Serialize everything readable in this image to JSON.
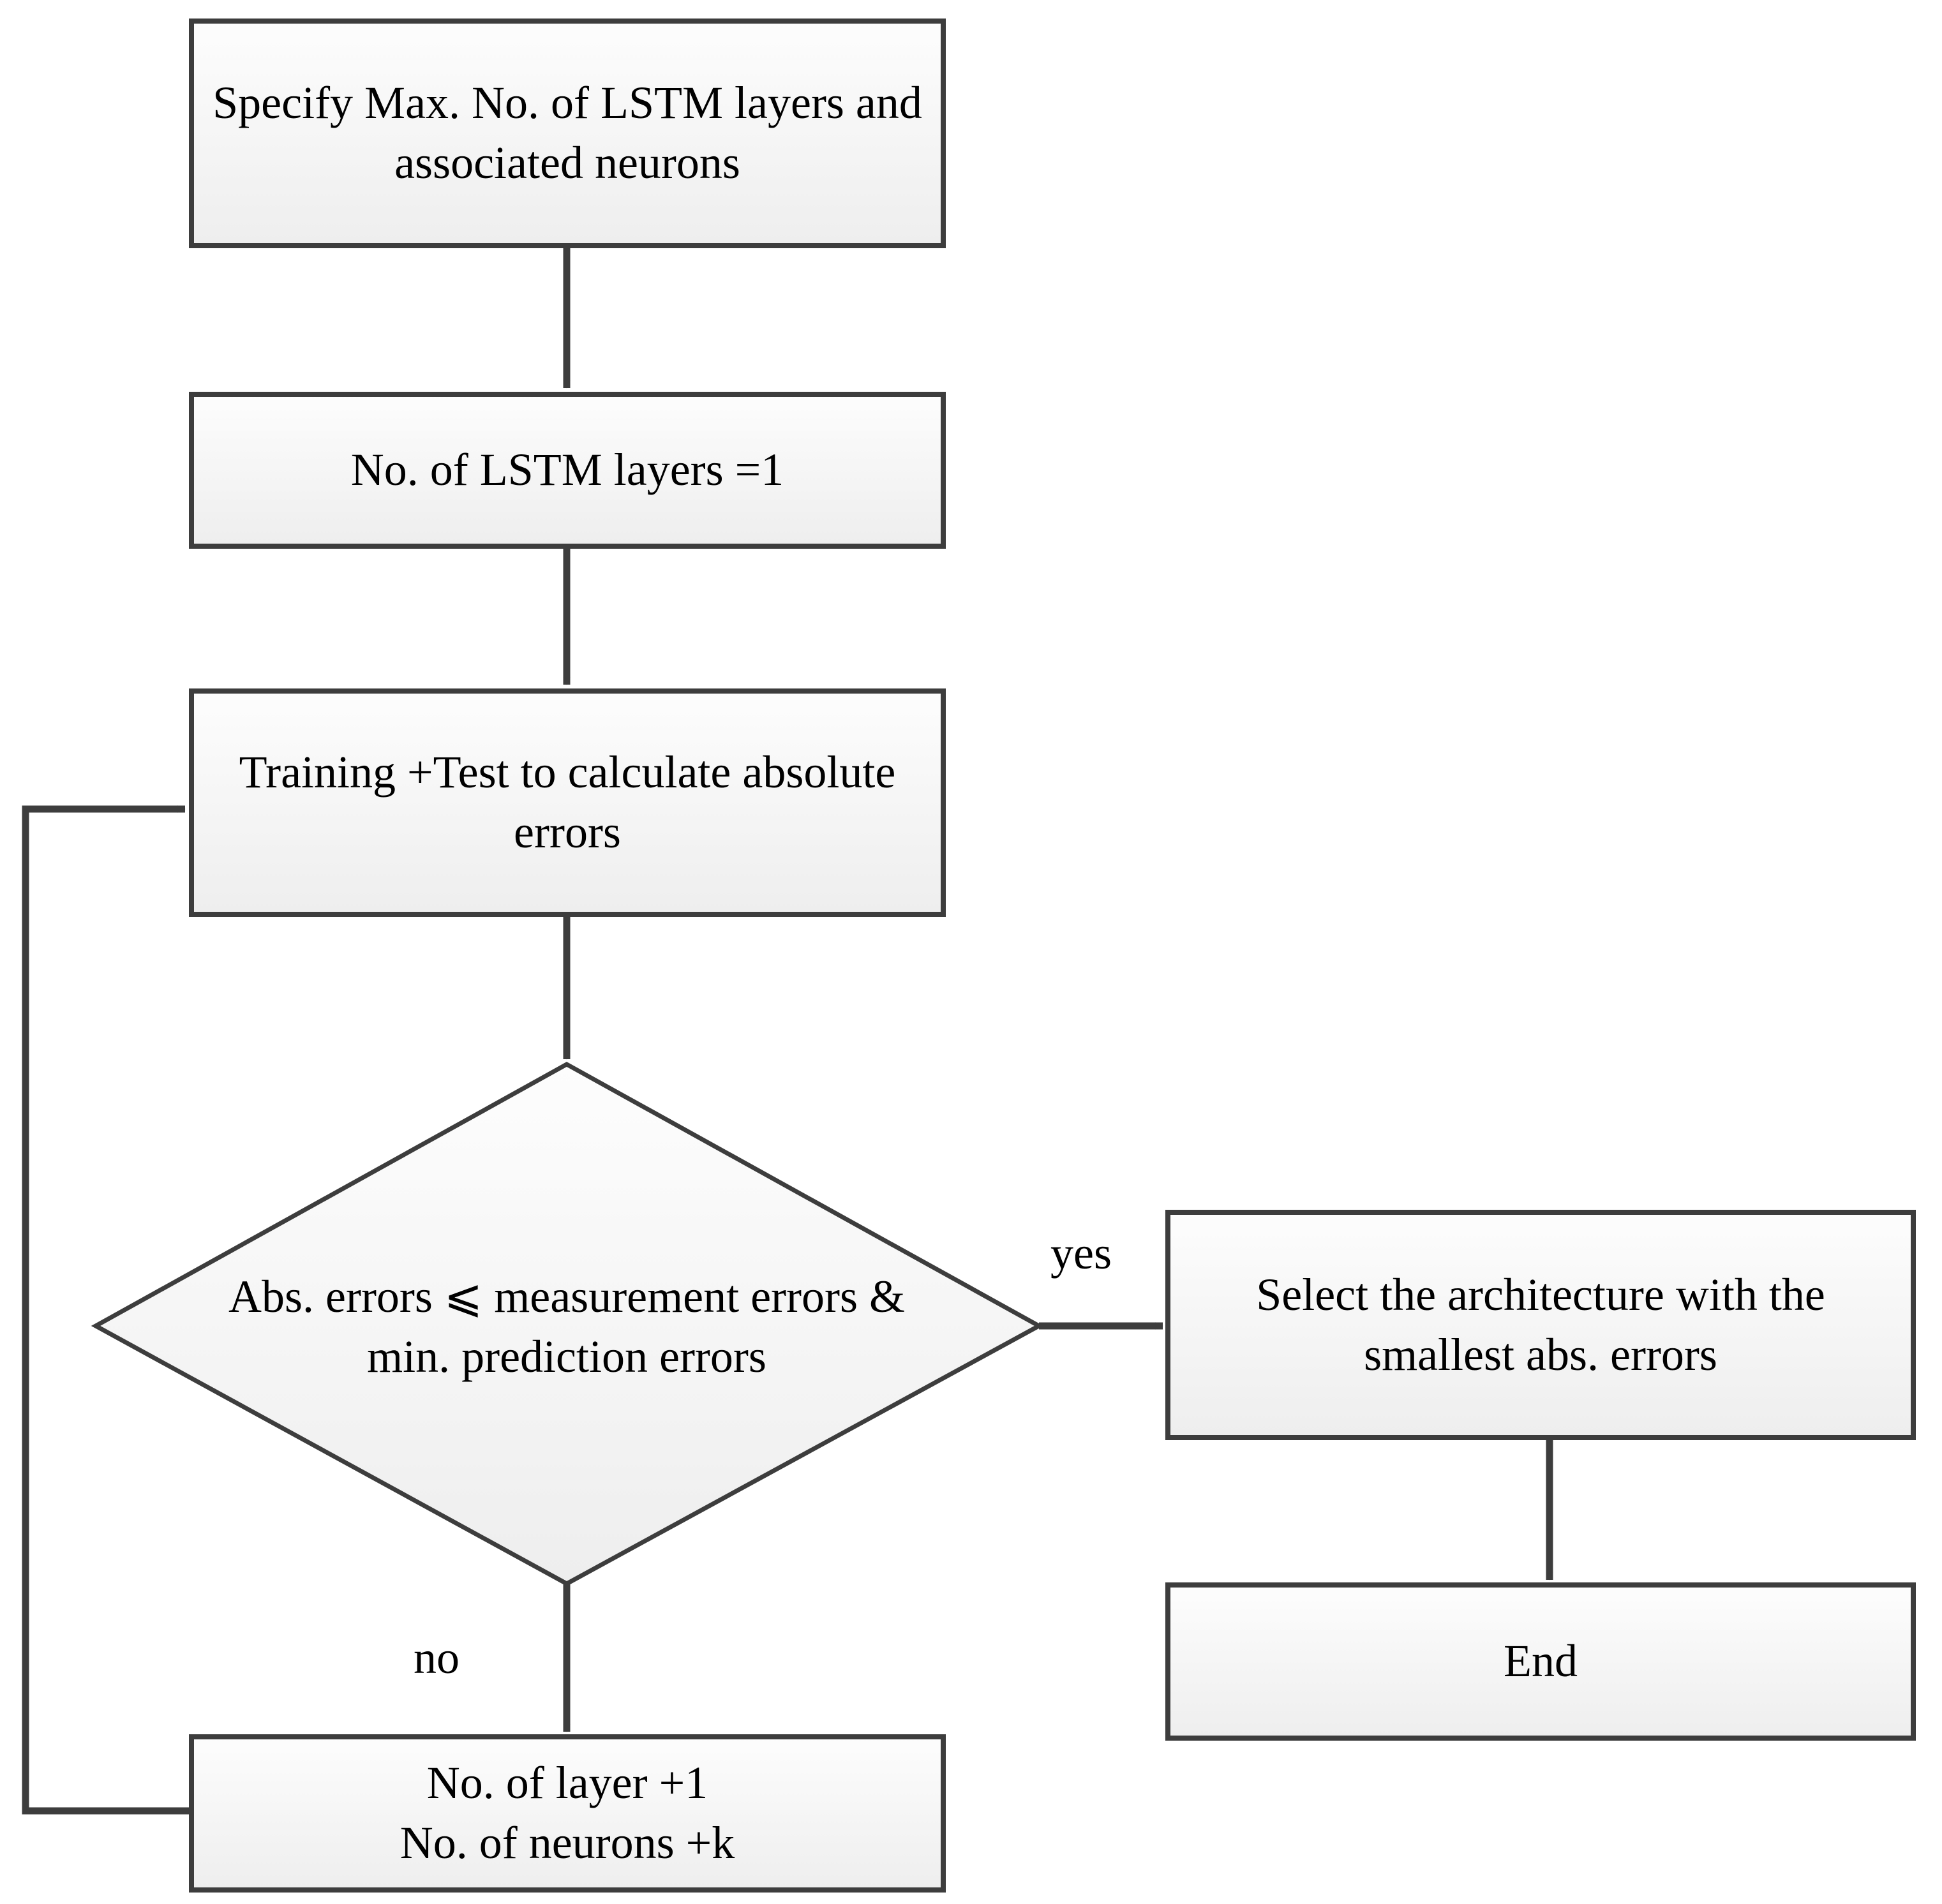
{
  "diagram": {
    "title": "LSTM architecture selection flowchart",
    "type": "flowchart",
    "colors": {
      "stroke": "#3d3d3d",
      "fill_top": "#fcfcfc",
      "fill_bottom": "#eeeeee",
      "text": "#000000",
      "background": "#ffffff"
    },
    "nodes": [
      {
        "id": "specify-max",
        "shape": "process",
        "label": "Specify Max. No. of LSTM layers and associated neurons"
      },
      {
        "id": "init-layers",
        "shape": "process",
        "label": "No. of LSTM layers =1"
      },
      {
        "id": "train-test",
        "shape": "process",
        "label": "Training +Test to calculate absolute errors"
      },
      {
        "id": "decision-errors",
        "shape": "decision",
        "label": "Abs. errors ⩽ measurement errors & min. prediction errors"
      },
      {
        "id": "select-architecture",
        "shape": "process",
        "label": "Select the architecture with the smallest abs. errors"
      },
      {
        "id": "end",
        "shape": "process",
        "label": "End"
      },
      {
        "id": "increment",
        "shape": "process",
        "label": "No. of layer +1\nNo. of neurons +k"
      }
    ],
    "edges": [
      {
        "id": "e1",
        "from": "specify-max",
        "to": "init-layers",
        "label": ""
      },
      {
        "id": "e2",
        "from": "init-layers",
        "to": "train-test",
        "label": ""
      },
      {
        "id": "e3",
        "from": "train-test",
        "to": "decision-errors",
        "label": ""
      },
      {
        "id": "e4",
        "from": "decision-errors",
        "to": "select-architecture",
        "label": "yes"
      },
      {
        "id": "e5",
        "from": "decision-errors",
        "to": "increment",
        "label": "no"
      },
      {
        "id": "e6",
        "from": "select-architecture",
        "to": "end",
        "label": ""
      },
      {
        "id": "e7",
        "from": "increment",
        "to": "train-test",
        "label": ""
      }
    ]
  }
}
